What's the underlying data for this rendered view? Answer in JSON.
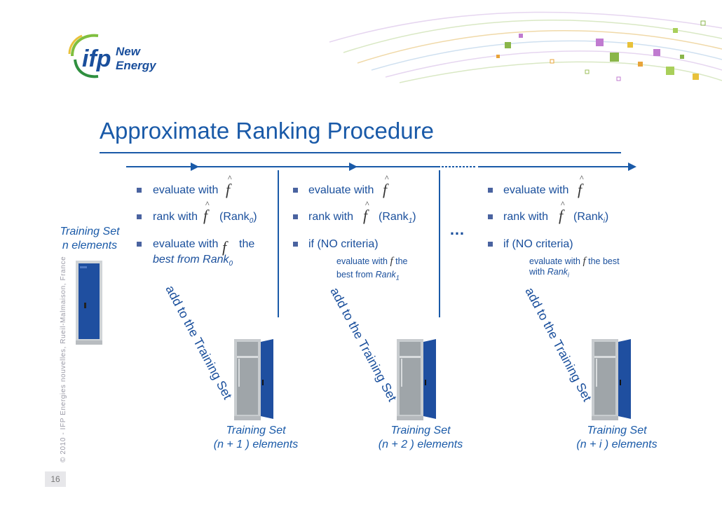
{
  "logo": {
    "brand": "ifp",
    "line1": "New",
    "line2": "Energy"
  },
  "slide": {
    "title": "Approximate Ranking Procedure"
  },
  "left": {
    "line1": "Training Set",
    "line2": "n elements"
  },
  "col1": {
    "b1": "evaluate with",
    "b2": "rank with",
    "b2_rank": "(Rank",
    "b2_sub": "0",
    "b2_close": ")",
    "b3": "evaluate with",
    "b3_tail": "the",
    "b3_line2": "best from Rank",
    "b3_sub": "0",
    "add": "add to the Training Set",
    "ts1": "Training Set",
    "ts2": "(n + 1 ) elements"
  },
  "col2": {
    "b1": "evaluate with",
    "b2": "rank with",
    "b2_rank": "(Rank",
    "b2_sub": "1",
    "b2_close": ")",
    "b3": "if (NO criteria)",
    "s1": "evaluate with",
    "s1_tail": "the",
    "s2": "best from",
    "s2_rank": "Rank",
    "s2_sub": "1",
    "add": "add to the Training Set",
    "ts1": "Training Set",
    "ts2": "(n + 2 ) elements"
  },
  "col3": {
    "b1": "evaluate with",
    "b2": "rank with",
    "b2_rank": "(Rank",
    "b2_sub": "i",
    "b2_close": ")",
    "b3": "if (NO criteria)",
    "s1": "evaluate with",
    "s1_tail": "the best",
    "s2": "with",
    "s2_rank": "Rank",
    "s2_sub": "i",
    "add": "add to the Training Set",
    "ts1": "Training Set",
    "ts2": "(n + i  ) elements"
  },
  "symbols": {
    "f": "f",
    "hat": "^",
    "ellipsis": "…"
  },
  "footer": {
    "side": "© 2010 - IFP Energies nouvelles, Rueil-Malmaison, France",
    "page": "16"
  },
  "colors": {
    "blue": "#1a5aa8",
    "text_blue": "#1a4f9c",
    "locker_blue": "#1f4fa0",
    "locker_grey": "#c8cccf"
  }
}
